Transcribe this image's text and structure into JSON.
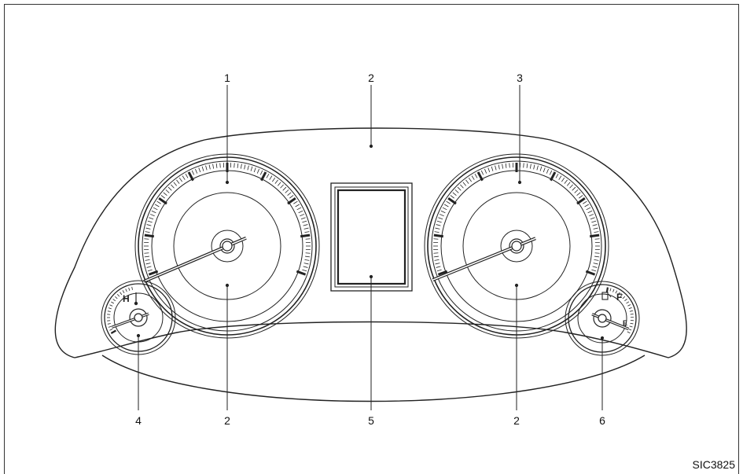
{
  "figure": {
    "image_code": "SIC3825",
    "callouts": [
      "1",
      "2",
      "3",
      "4",
      "5",
      "6"
    ],
    "temp_gauge": {
      "hot_label": "H"
    },
    "fuel_gauge": {
      "full_label": "F",
      "empty_label": "E"
    },
    "line_color": "#222222"
  }
}
